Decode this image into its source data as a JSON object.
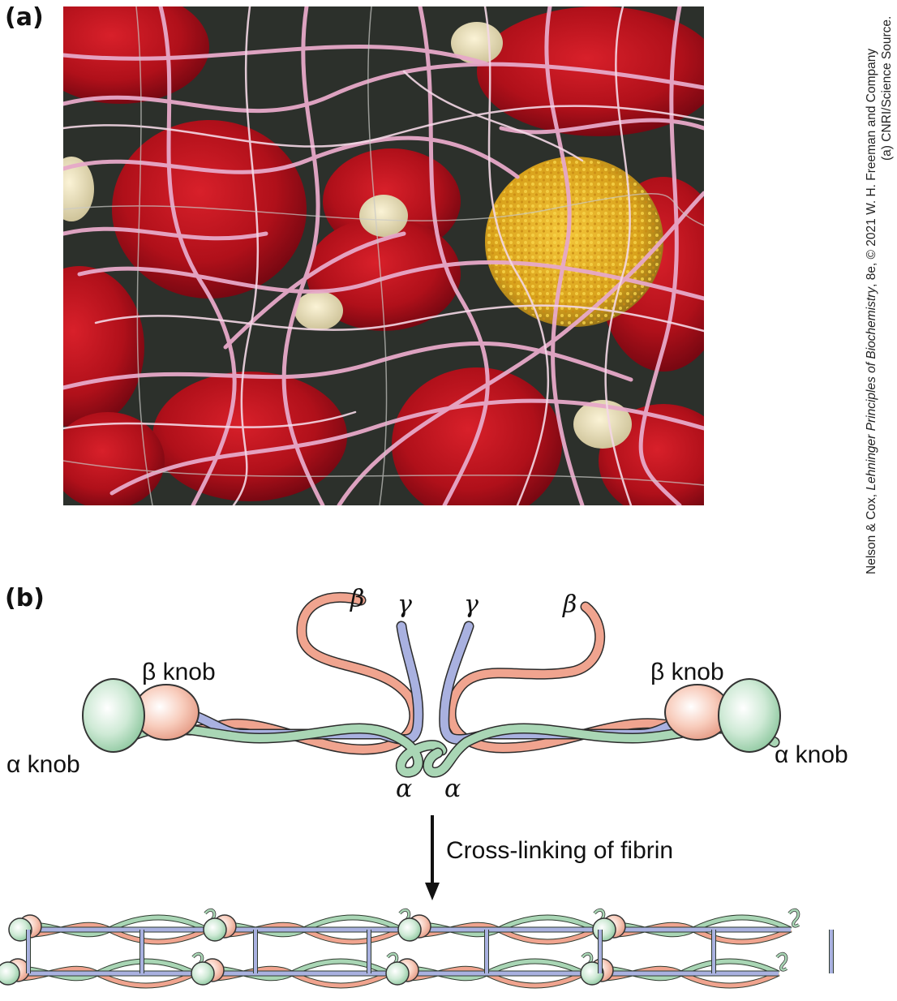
{
  "panels": {
    "a_label": "(a)",
    "b_label": "(b)"
  },
  "credit": {
    "line1_prefix": "Nelson & Cox, ",
    "line1_title": "Lehninger Principles of Biochemistry",
    "line1_suffix": ", 8e, © 2021 W. H. Freeman and Company",
    "line2": "(a) CNRI/Science Source."
  },
  "diagram": {
    "beta_left": "β",
    "gamma_left": "γ",
    "gamma_right": "γ",
    "beta_right": "β",
    "beta_knob_left": "β knob",
    "beta_knob_right": "β knob",
    "alpha_knob_left": "α knob",
    "alpha_knob_right": "α knob",
    "alpha_left": "α",
    "alpha_right": "α",
    "arrow_label": "Cross-linking of fibrin"
  },
  "colors": {
    "alpha_chain": "#a9d6b5",
    "beta_chain": "#f0a48f",
    "gamma_chain": "#a9b1e0",
    "beta_knob": "#f7c3ae",
    "alpha_knob": "#bfe4c8",
    "photo_rbc": "#b0101a",
    "photo_fibrin": "#e8b3cf",
    "photo_cell": "#e0b020"
  }
}
